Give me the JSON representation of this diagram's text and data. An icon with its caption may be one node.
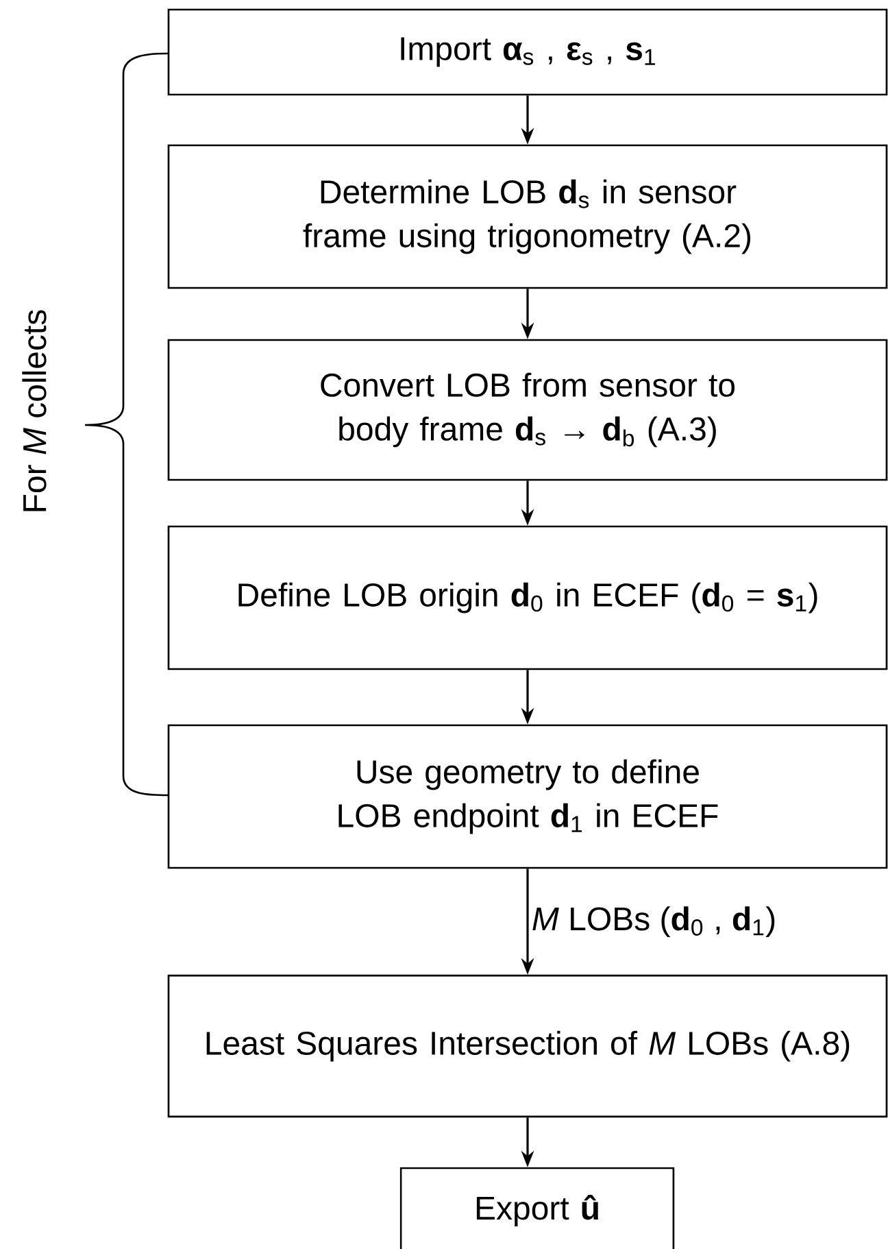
{
  "diagram": {
    "nodes": [
      {
        "text": [
          "Import **α**$_{s}$ , **ε**$_{s}$ , **s**$_{1}$"
        ]
      },
      {
        "text": [
          "Determine LOB **d**$_{s}$ in sensor frame using trigonometry (A.2)"
        ]
      },
      {
        "text": [
          "Convert LOB from sensor to body frame **d**$_{s}$ → **d**$_{b}$  (A.3)"
        ]
      },
      {
        "text": [
          "Define LOB origin **d**$_{0}$ in ECEF (**d**$_{0}$ = **s**$_{1}$)"
        ]
      },
      {
        "text": [
          "Use geometry to define LOB endpoint **d**$_{1}$ in ECEF"
        ]
      },
      {
        "text": [
          "Least Squares Intersection of *M* LOBs (A.8)"
        ]
      },
      {
        "text": [
          "Export **û**"
        ]
      }
    ],
    "edges": [
      {
        "from": 0,
        "to": 1,
        "arrow": "to"
      },
      {
        "from": 1,
        "to": 2,
        "arrow": "to"
      },
      {
        "from": 2,
        "to": 3,
        "arrow": "to"
      },
      {
        "from": 3,
        "to": 4,
        "arrow": "to"
      },
      {
        "from": 4,
        "to": 5,
        "arrow": "to",
        "label": "*M* LOBs (**d**$_{0}$ , **d**$_{1}$)"
      },
      {
        "from": 5,
        "to": 6,
        "arrow": "to"
      }
    ],
    "labels": [
      "For *M* collects"
    ]
  }
}
